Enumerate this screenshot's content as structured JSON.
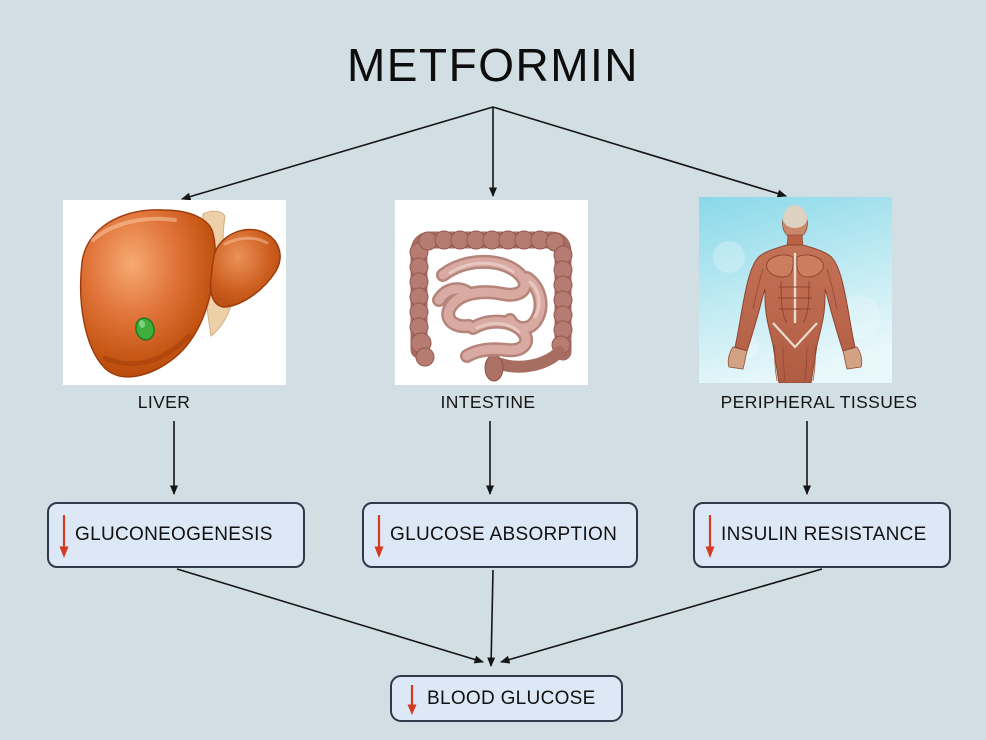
{
  "title": "METFORMIN",
  "organs": [
    {
      "label": "LIVER",
      "icon": "liver-illustration"
    },
    {
      "label": "INTESTINE",
      "icon": "intestine-illustration"
    },
    {
      "label": "PERIPHERAL TISSUES",
      "icon": "muscular-body-illustration"
    }
  ],
  "effects": [
    {
      "label": "GLUCONEOGENESIS",
      "direction": "decrease"
    },
    {
      "label": "GLUCOSE ABSORPTION",
      "direction": "decrease"
    },
    {
      "label": "INSULIN RESISTANCE",
      "direction": "decrease"
    }
  ],
  "outcome": {
    "label": "BLOOD GLUCOSE",
    "direction": "decrease"
  },
  "colors": {
    "background": "#d1dee3",
    "panel_white": "#ffffff",
    "box_fill": "#dce8f5",
    "box_border": "#2e3a49",
    "decrease_arrow_red": "#d43b21",
    "connector_black": "#151515",
    "text": "#111111"
  }
}
